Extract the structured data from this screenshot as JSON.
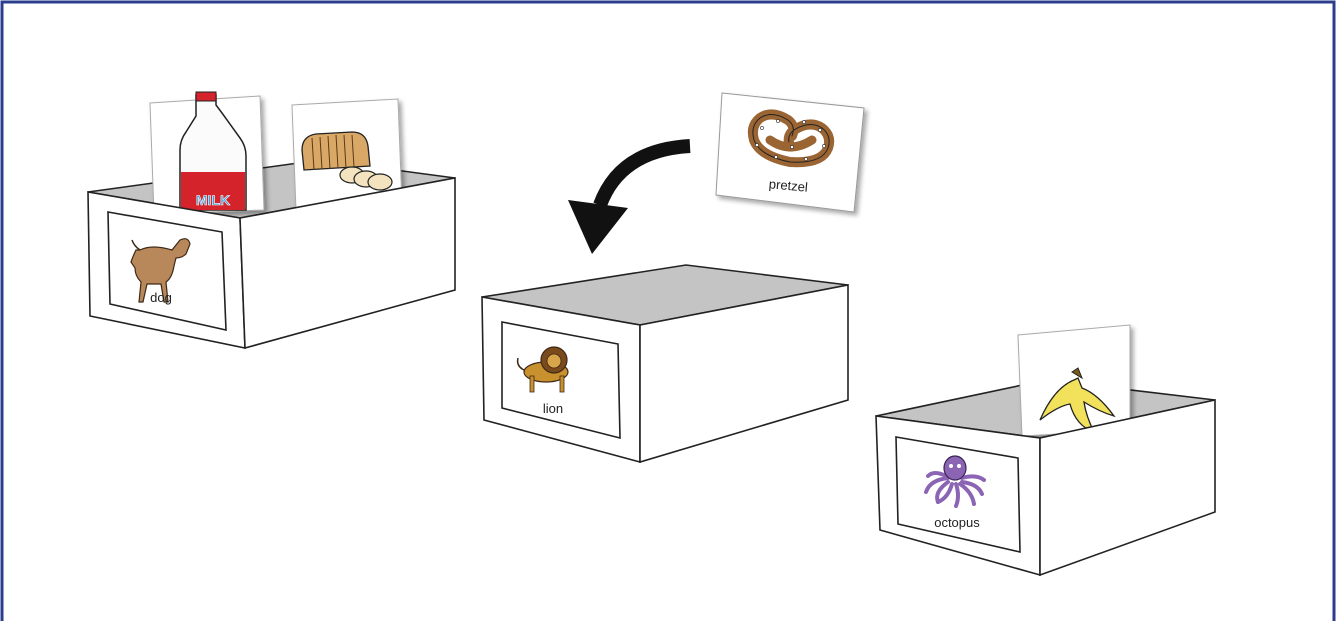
{
  "boxes": [
    {
      "id": "dog-box",
      "label": "dog",
      "icon": "dog-icon",
      "contents": [
        "milk-card",
        "bread-card"
      ]
    },
    {
      "id": "lion-box",
      "label": "lion",
      "icon": "lion-icon",
      "contents": []
    },
    {
      "id": "octopus-box",
      "label": "octopus",
      "icon": "octopus-icon",
      "contents": [
        "banana-card"
      ]
    }
  ],
  "cards": {
    "milk": {
      "icon": "milk-jug-icon",
      "text": "MILK"
    },
    "bread": {
      "icon": "bread-loaf-icon"
    },
    "pretzel": {
      "icon": "pretzel-icon",
      "label": "pretzel"
    },
    "banana": {
      "icon": "banana-icon"
    }
  },
  "arrow": {
    "icon": "curved-arrow-icon",
    "from": "pretzel",
    "to": "lion"
  },
  "colors": {
    "frame": "#2b3d8c",
    "box_top": "#c4c4c4",
    "dog": "#b8875a",
    "lion": "#c9902e",
    "octopus": "#8c64b4",
    "banana": "#f2e15a",
    "pretzel": "#9a6533",
    "milk_red": "#d4232a",
    "milk_blue": "#3fa0d8"
  }
}
